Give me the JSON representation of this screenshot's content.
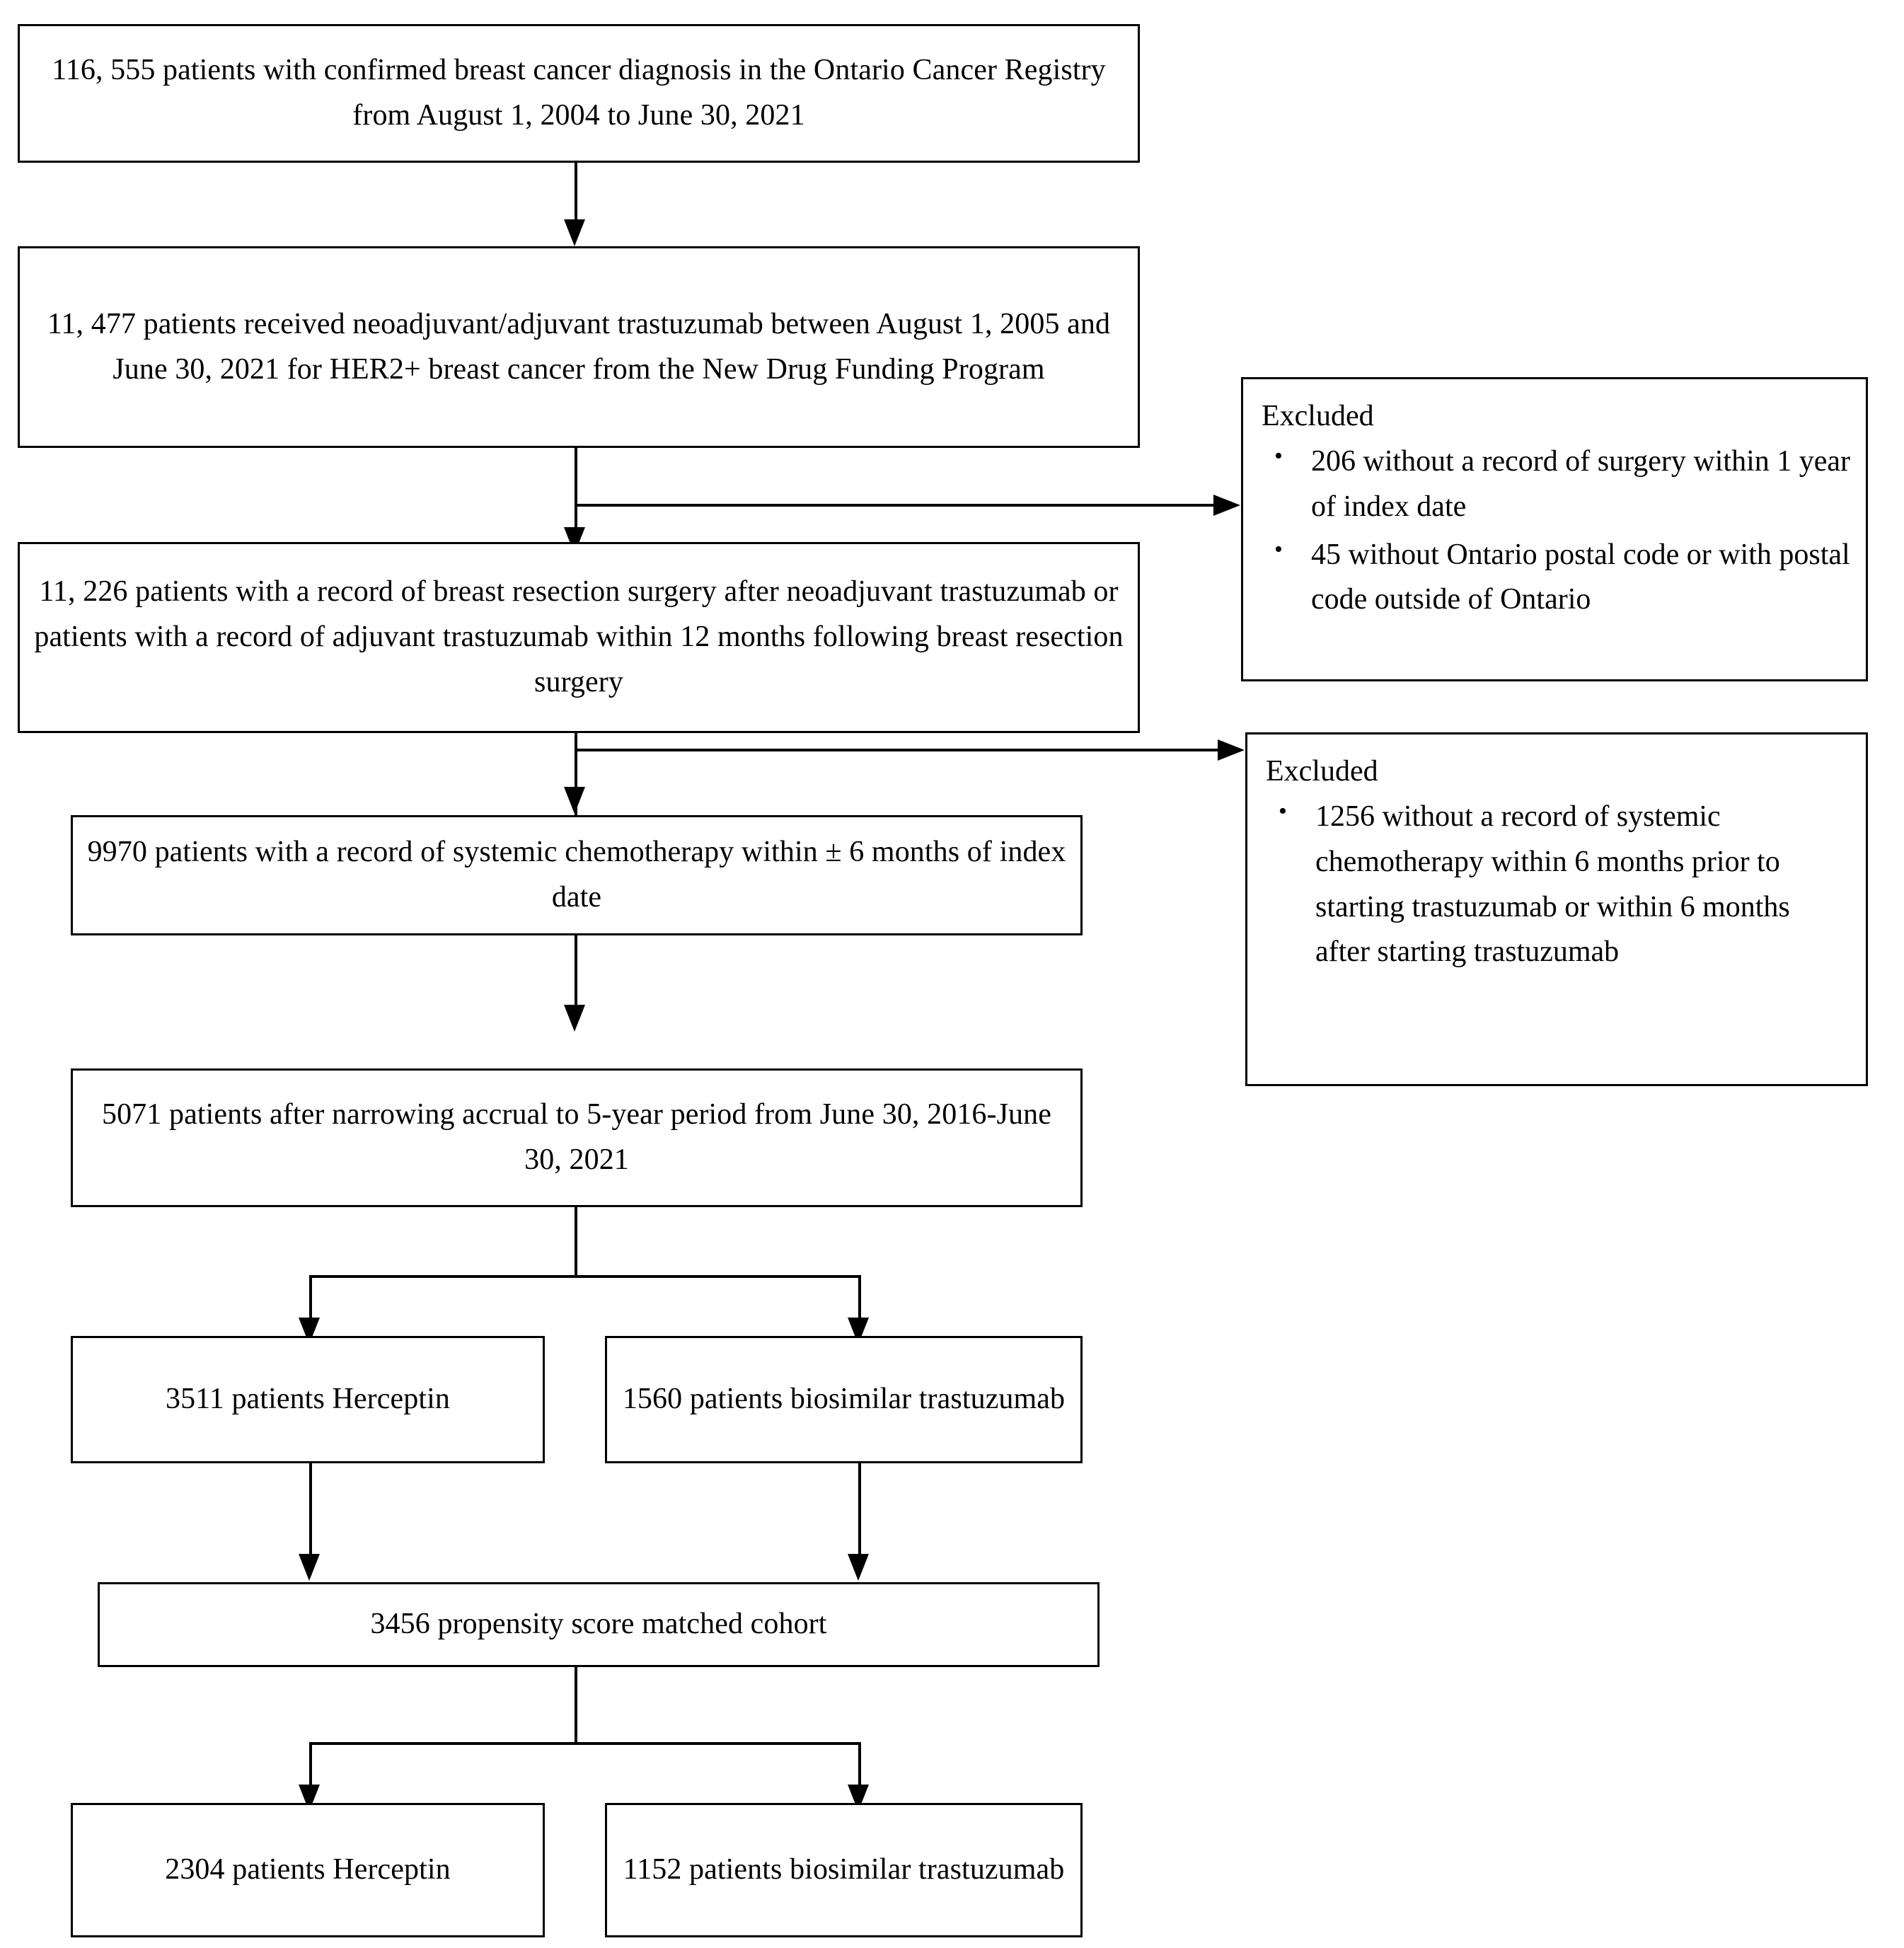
{
  "figure": {
    "type": "flowchart",
    "title": "Patient cohort selection flow diagram",
    "background_color": "#ffffff",
    "line_color": "#000000",
    "text_color": "#000000"
  },
  "nodes": {
    "registry": {
      "id": "registry",
      "text": "116, 555 patients with confirmed breast cancer diagnosis in the Ontario Cancer Registry from August 1, 2004 to June 30, 2021",
      "count": "116, 555"
    },
    "trastuzumab": {
      "id": "trastuzumab",
      "text": "11, 477 patients received neoadjuvant/adjuvant trastuzumab between August 1, 2005 and June 30, 2021 for HER2+ breast cancer from the New Drug Funding Program",
      "count": "11, 477"
    },
    "resection": {
      "id": "resection",
      "text": "11, 226 patients with a record of breast resection surgery after neoadjuvant trastuzumab or patients with a record of adjuvant trastuzumab within 12 months following breast resection surgery",
      "count": "11, 226"
    },
    "chemo": {
      "id": "chemo",
      "text": "9970 patients with a record of systemic chemotherapy within ± 6 months of index date",
      "count": "9970"
    },
    "accrual": {
      "id": "accrual",
      "text": "5071 patients after narrowing accrual to 5-year period from June 30, 2016-June 30, 2021",
      "count": "5071"
    },
    "herceptin_pre": {
      "id": "herceptin_pre",
      "text": "3511 patients Herceptin",
      "count": "3511"
    },
    "biosimilar_pre": {
      "id": "biosimilar_pre",
      "text": "1560 patients biosimilar trastuzumab",
      "count": "1560"
    },
    "matched": {
      "id": "matched",
      "text": "3456 propensity score matched cohort",
      "count": "3456"
    },
    "herceptin_post": {
      "id": "herceptin_post",
      "text": "2304 patients Herceptin",
      "count": "2304"
    },
    "biosimilar_post": {
      "id": "biosimilar_post",
      "text": "1152 patients biosimilar trastuzumab",
      "count": "1152"
    }
  },
  "excluded_boxes": [
    {
      "id": "excluded_1",
      "title": "Excluded",
      "items": [
        "206 without a record of surgery within 1 year of index date",
        "45 without Ontario postal code or with postal code outside of Ontario"
      ]
    },
    {
      "id": "excluded_2",
      "title": "Excluded",
      "items": [
        "1256 without a record of systemic chemotherapy within 6 months prior to starting trastuzumab or within 6 months after starting trastuzumab"
      ]
    }
  ]
}
